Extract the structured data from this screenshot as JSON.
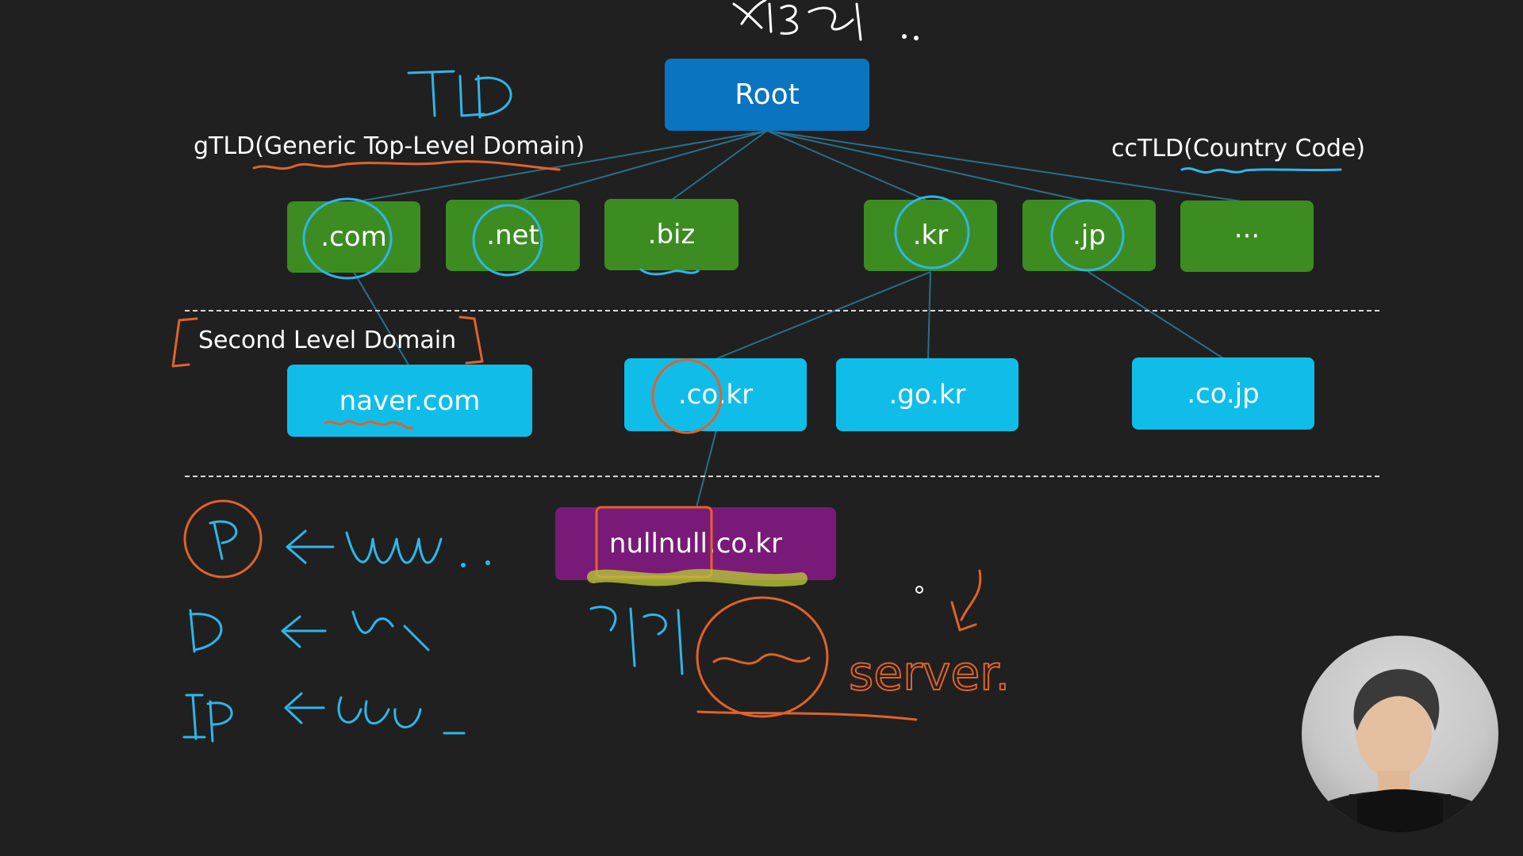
{
  "root": {
    "label": "Root"
  },
  "tld_labels": {
    "generic": "gTLD(Generic Top-Level Domain)",
    "country": "ccTLD(Country Code)"
  },
  "tlds": [
    ".com",
    ".net",
    ".biz",
    ".kr",
    ".jp",
    "···"
  ],
  "second_level_label": "Second  Level Domain",
  "second_level": [
    "naver.com",
    ".co.kr",
    ".go.kr",
    ".co.jp"
  ],
  "host": {
    "label": "nullnull.co.kr"
  },
  "colors": {
    "root": "#0a74c0",
    "tld": "#3c8c22",
    "second_level": "#10bde9",
    "host": "#7a1a78",
    "ink_blue": "#2fb6e8",
    "ink_orange": "#e0622a",
    "ink_yellow": "#b8c436"
  }
}
